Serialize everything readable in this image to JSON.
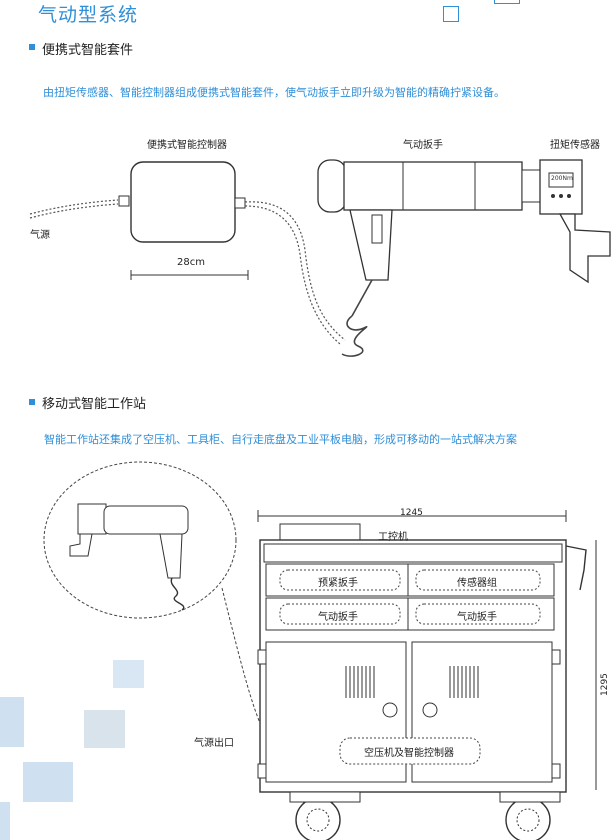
{
  "page": {
    "title": "气动型系统"
  },
  "section1": {
    "title": "便携式智能套件",
    "description": "由扭矩传感器、智能控制器组成便携式智能套件，使气动扳手立即升级为智能的精确拧紧设备。",
    "labels": {
      "controller": "便携式智能控制器",
      "wrench": "气动扳手",
      "sensor": "扭矩传感器",
      "air": "气源",
      "width": "28cm",
      "display": "200Nm"
    }
  },
  "section2": {
    "title": "移动式智能工作站",
    "description": "智能工作站还集成了空压机、工具柜、自行走底盘及工业平板电脑，形成可移动的一站式解决方案",
    "labels": {
      "dim_width": "1245",
      "dim_height": "1295",
      "ipc": "工控机",
      "drawer1": "预紧扳手",
      "drawer2": "传感器组",
      "drawer3": "气动扳手",
      "drawer4": "气动扳手",
      "cabinet": "空压机及智能控制器",
      "air_outlet": "气源出口"
    }
  },
  "colors": {
    "accent": "#2f8fd8",
    "decor": "#cfe0f0"
  }
}
